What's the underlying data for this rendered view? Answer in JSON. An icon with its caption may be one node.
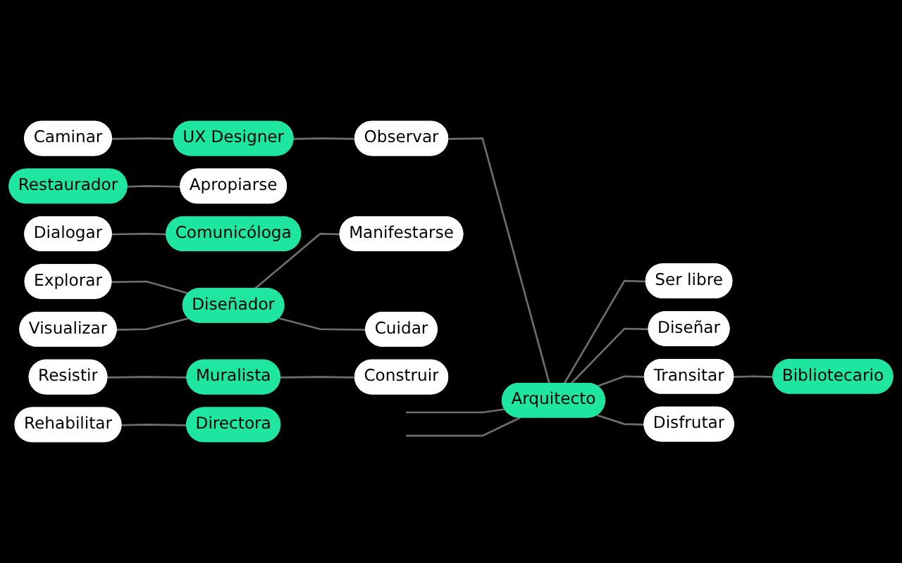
{
  "diagram": {
    "nodes": [
      {
        "text": [
          "Ser libre"
        ]
      },
      {
        "text": [
          "Diseñar"
        ]
      },
      {
        "text": [
          "Arquitecto"
        ]
      },
      {
        "text": [
          "Bibliotecario"
        ]
      },
      {
        "text": [
          "Observar"
        ]
      },
      {
        "text": [
          "Transitar"
        ]
      },
      {
        "text": [
          "UX Designer"
        ]
      },
      {
        "text": [
          "Disfrutar"
        ]
      },
      {
        "text": [
          "Restaurador"
        ]
      },
      {
        "text": [
          "Caminar"
        ]
      },
      {
        "text": [
          "Apropiarse"
        ]
      },
      {
        "text": [
          "Resistir"
        ]
      },
      {
        "text": [
          "Dialogar"
        ]
      },
      {
        "text": [
          "Comunicóloga"
        ]
      },
      {
        "text": [
          "Explorar"
        ]
      },
      {
        "text": [
          "Manifestarse"
        ]
      },
      {
        "text": [
          "Visualizar"
        ]
      },
      {
        "text": [
          "Diseñador"
        ]
      },
      {
        "text": [
          "Muralista"
        ]
      },
      {
        "text": [
          "Rehabilitar"
        ]
      },
      {
        "text": [
          "Cuidar"
        ]
      },
      {
        "text": [
          "Construir"
        ]
      },
      {
        "text": [
          "Directora"
        ]
      }
    ],
    "edges": [
      {
        "from": 9,
        "to": 6,
        "arrow": "none"
      },
      {
        "from": 6,
        "to": 4,
        "arrow": "none"
      },
      {
        "from": 4,
        "to": 2,
        "arrow": "none"
      },
      {
        "from": null,
        "to": 2,
        "arrow": "none"
      },
      {
        "from": null,
        "to": 2,
        "arrow": "none"
      },
      {
        "from": 2,
        "to": 0,
        "arrow": "none"
      },
      {
        "from": 2,
        "to": 1,
        "arrow": "none"
      },
      {
        "from": 2,
        "to": 5,
        "arrow": "none"
      },
      {
        "from": 2,
        "to": 7,
        "arrow": "none"
      },
      {
        "from": 5,
        "to": 3,
        "arrow": "none"
      },
      {
        "from": 8,
        "to": 10,
        "arrow": "none"
      },
      {
        "from": 12,
        "to": 13,
        "arrow": "none"
      },
      {
        "from": 11,
        "to": 18,
        "arrow": "none"
      },
      {
        "from": 18,
        "to": 21,
        "arrow": "none"
      },
      {
        "from": 14,
        "to": 17,
        "arrow": "none"
      },
      {
        "from": 16,
        "to": 17,
        "arrow": "none"
      },
      {
        "from": 17,
        "to": 15,
        "arrow": "none"
      },
      {
        "from": 17,
        "to": 20,
        "arrow": "none"
      },
      {
        "from": 19,
        "to": 22,
        "arrow": "none"
      }
    ]
  }
}
